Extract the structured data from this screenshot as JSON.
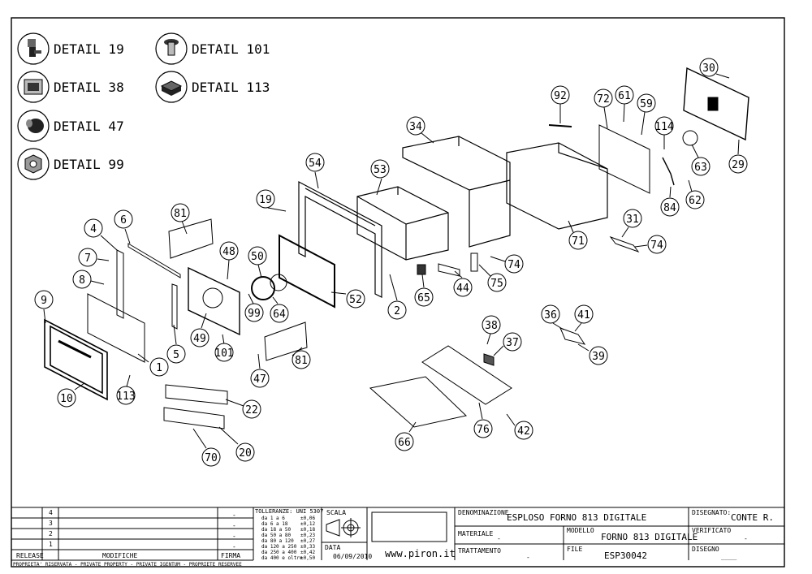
{
  "details": [
    {
      "label": "DETAIL 19",
      "icon": "valve-fitting-icon"
    },
    {
      "label": "DETAIL 38",
      "icon": "bracket-clip-icon"
    },
    {
      "label": "DETAIL 47",
      "icon": "knob-icon"
    },
    {
      "label": "DETAIL 99",
      "icon": "hex-nut-icon"
    },
    {
      "label": "DETAIL 101",
      "icon": "screw-icon"
    },
    {
      "label": "DETAIL 113",
      "icon": "foot-pad-icon"
    }
  ],
  "part_numbers": [
    "1",
    "2",
    "4",
    "5",
    "6",
    "7",
    "8",
    "9",
    "10",
    "19",
    "20",
    "22",
    "29",
    "30",
    "31",
    "34",
    "36",
    "37",
    "38",
    "39",
    "41",
    "42",
    "44",
    "47",
    "48",
    "49",
    "50",
    "52",
    "53",
    "54",
    "59",
    "61",
    "62",
    "63",
    "64",
    "65",
    "66",
    "70",
    "71",
    "72",
    "74",
    "74",
    "75",
    "76",
    "81",
    "81",
    "84",
    "92",
    "99",
    "101",
    "113",
    "114"
  ],
  "title_block": {
    "revisions": [
      {
        "num": "4",
        "dash": "-"
      },
      {
        "num": "3",
        "dash": "-"
      },
      {
        "num": "2",
        "dash": "-"
      },
      {
        "num": "1",
        "dash": "-"
      }
    ],
    "release_label": "RELEASE",
    "modifiche_label": "MODIFICHE",
    "firma_label": "FIRMA",
    "tolerance_title": "TOLLERANZE: UNI 5307",
    "tolerances": [
      {
        "range": "da 1 a 6",
        "value": "±0,06"
      },
      {
        "range": "da 6 a 18",
        "value": "±0,12"
      },
      {
        "range": "da 18 a 50",
        "value": "±0,18"
      },
      {
        "range": "da 50 a 80",
        "value": "±0,23"
      },
      {
        "range": "da 80 a 120",
        "value": "±0,27"
      },
      {
        "range": "da 120 a 250",
        "value": "±0,33"
      },
      {
        "range": "da 250 a 400",
        "value": "±0,42"
      },
      {
        "range": "da 400 e oltre",
        "value": "±0,50"
      }
    ],
    "scala_label": "SCALA",
    "data_label": "DATA",
    "data_value": "06/09/2010",
    "website": "www.piron.it",
    "denominazione_label": "DENOMINAZIONE",
    "denominazione_value": "ESPLOSO FORNO 813 DIGITALE",
    "materiale_label": "MATERIALE",
    "materiale_value": "-",
    "modello_label": "MODELLO",
    "modello_value": "FORNO 813 DIGITALE",
    "trattamento_label": "TRATTAMENTO",
    "trattamento_value": "-",
    "file_label": "FILE",
    "file_value": "ESP30042",
    "disegnato_label": "DISEGNATO:",
    "disegnato_value": "CONTE R.",
    "verificato_label": "VERIFICATO",
    "verificato_value": "-",
    "disegno_label": "DISEGNO",
    "disegno_value": "____",
    "property_notice": "PROPRIETA' RISERVATA - PRIVATE PROPERTY - PRIVATE IGENTUM - PROPRIETE RESERVEE"
  }
}
